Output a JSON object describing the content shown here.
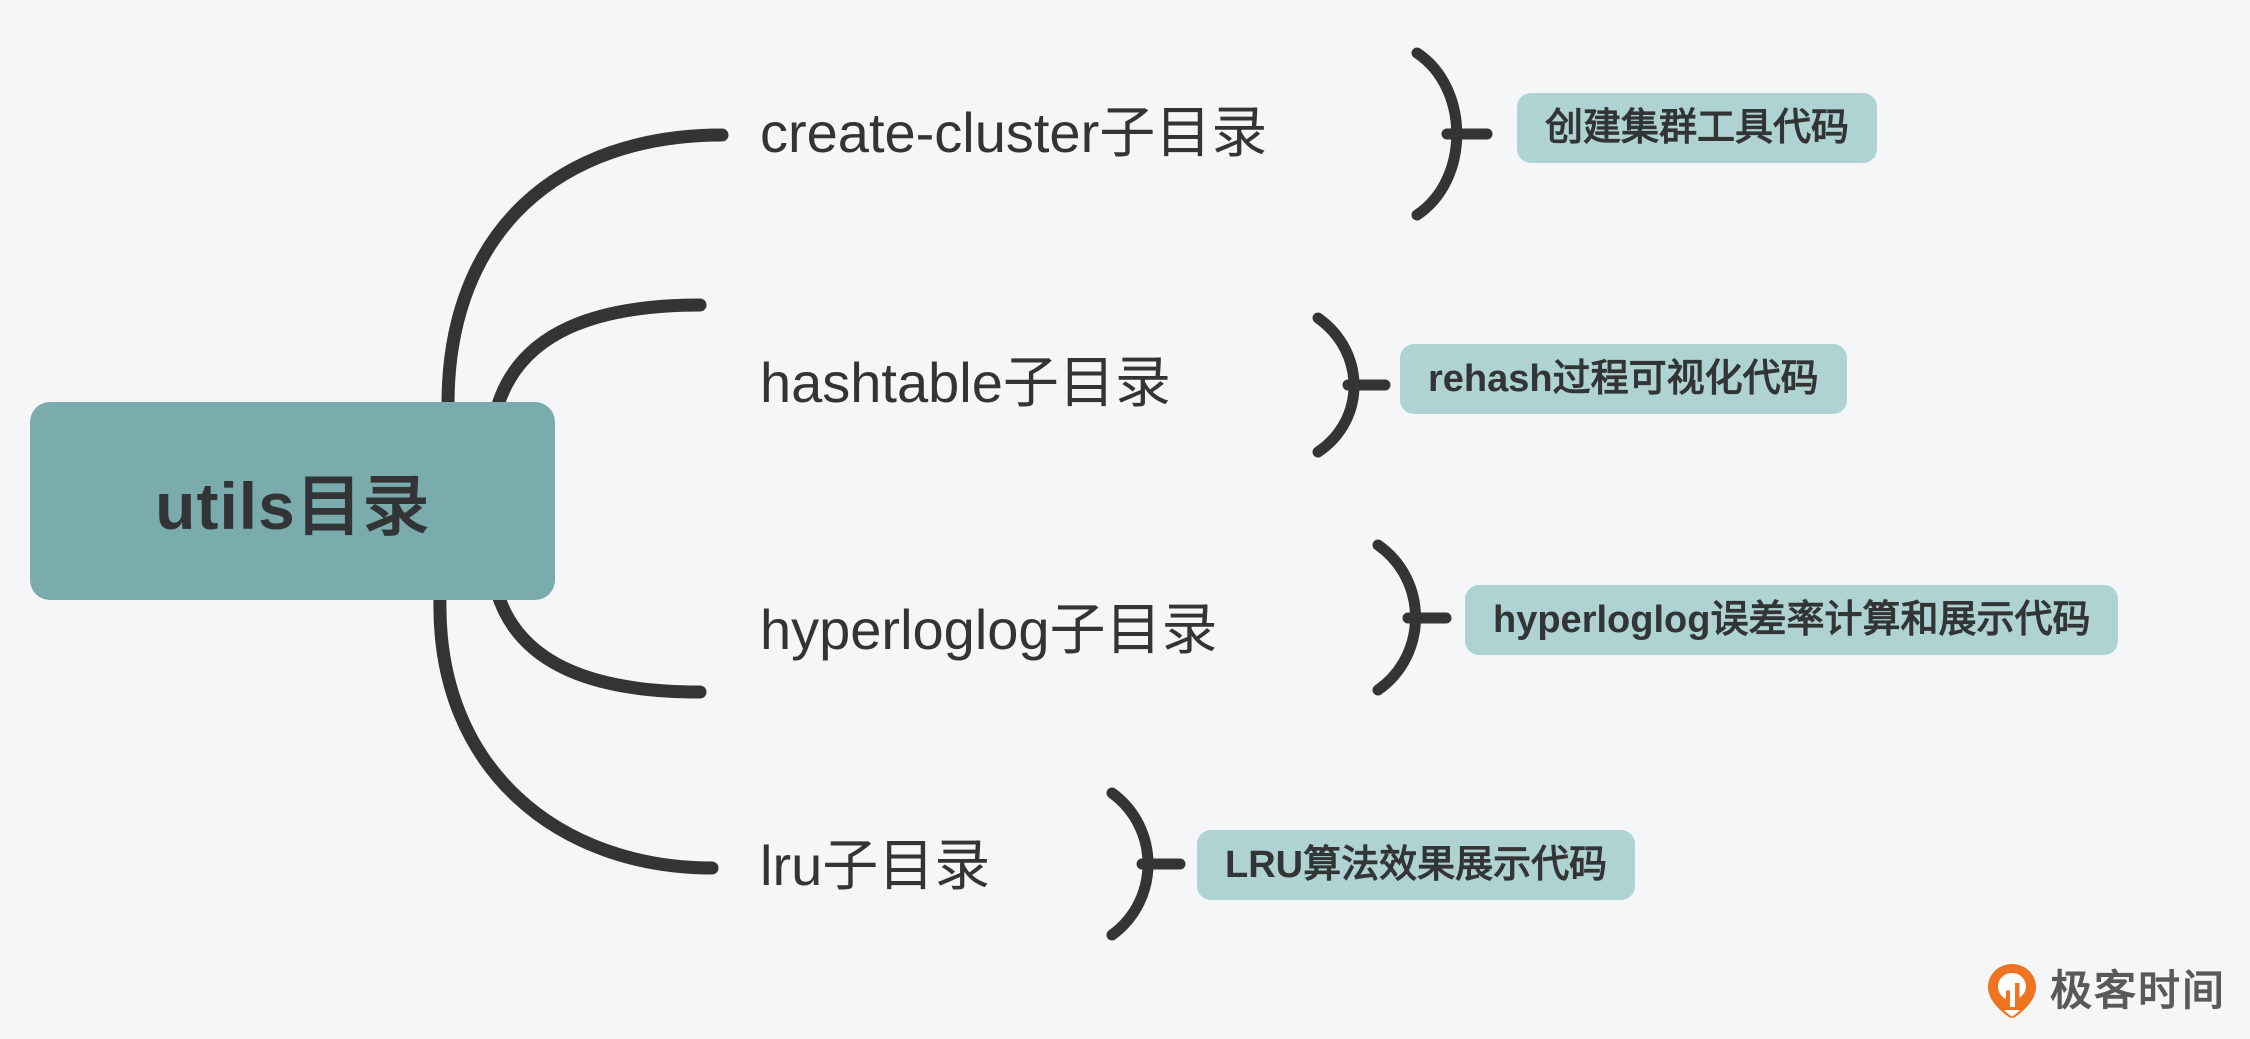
{
  "colors": {
    "background": "#F4F6F7",
    "root_node_fill": "#7BACAD",
    "leaf_badge_fill": "#AED3D2",
    "edge_stroke": "#333436",
    "text": "#333436",
    "watermark_orange": "#EE7421",
    "watermark_text": "#595959"
  },
  "root": {
    "label": "utils目录"
  },
  "branches": [
    {
      "label": "create-cluster子目录",
      "leaf": "创建集群工具代码"
    },
    {
      "label": "hashtable子目录",
      "leaf": "rehash过程可视化代码"
    },
    {
      "label": "hyperloglog子目录",
      "leaf": "hyperloglog误差率计算和展示代码"
    },
    {
      "label": "lru子目录",
      "leaf": "LRU算法效果展示代码"
    }
  ],
  "watermark": {
    "text": "极客时间"
  }
}
